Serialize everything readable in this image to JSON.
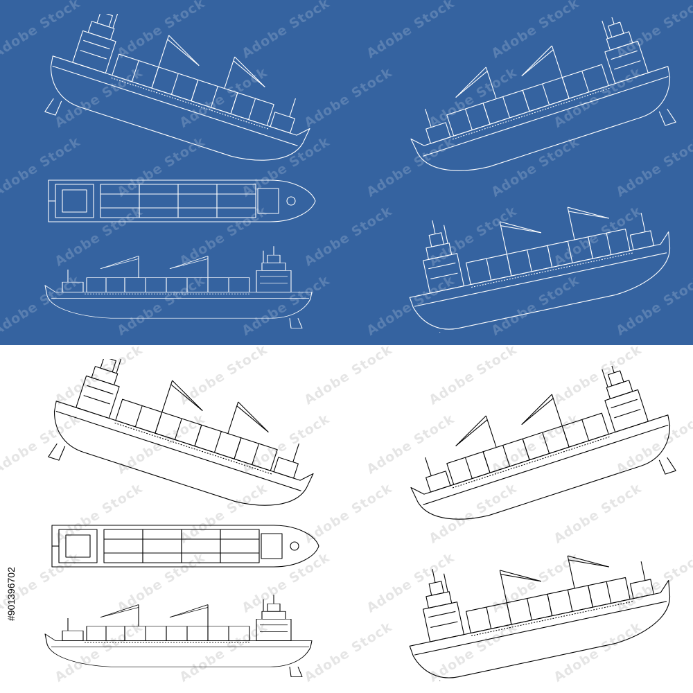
{
  "colors": {
    "blueprint_background": "#3563a0",
    "blueprint_line": "#ffffff",
    "drawing_background": "#ffffff",
    "drawing_line": "#000000"
  },
  "watermark": {
    "text": "Adobe Stock"
  },
  "stock_id": "#901396702",
  "panels": [
    {
      "name": "blueprint-panel",
      "style": "white line drawing on blue",
      "views": [
        "three-quarter-bow",
        "three-quarter-stern",
        "top-plan",
        "three-quarter-bow-low",
        "side-elevation"
      ]
    },
    {
      "name": "line-drawing-panel",
      "style": "black line drawing on white",
      "views": [
        "three-quarter-bow",
        "three-quarter-stern",
        "top-plan",
        "three-quarter-bow-low",
        "side-elevation"
      ]
    }
  ]
}
